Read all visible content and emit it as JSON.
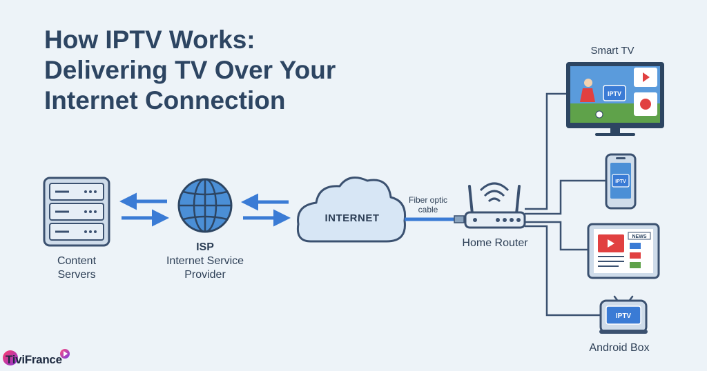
{
  "title": {
    "line1": "How IPTV Works:",
    "line2": "Delivering TV Over Your",
    "line3": "Internet Connection"
  },
  "nodes": {
    "content_servers": {
      "line1": "Content",
      "line2": "Servers"
    },
    "isp": {
      "abbr": "ISP",
      "line2": "Internet Service",
      "line3": "Provider"
    },
    "internet": {
      "label": "INTERNET"
    },
    "fiber": {
      "line1": "Fiber optic",
      "line2": "cable"
    },
    "home_router": {
      "label": "Home Router"
    },
    "smart_tv": {
      "label": "Smart TV",
      "badge": "IPTV"
    },
    "phone": {
      "badge": "IPTV"
    },
    "tablet": {
      "badge": "NEWS"
    },
    "android_box": {
      "label": "Android Box",
      "badge": "IPTV"
    }
  },
  "brand": {
    "name": "TiviFrance"
  },
  "colors": {
    "background": "#edf3f8",
    "outline": "#3b5170",
    "accent_blue": "#3a7bd5",
    "device_body": "#cfdcea",
    "screen_blue": "#4b8fd6",
    "red": "#e14040",
    "green": "#5fa24a"
  }
}
